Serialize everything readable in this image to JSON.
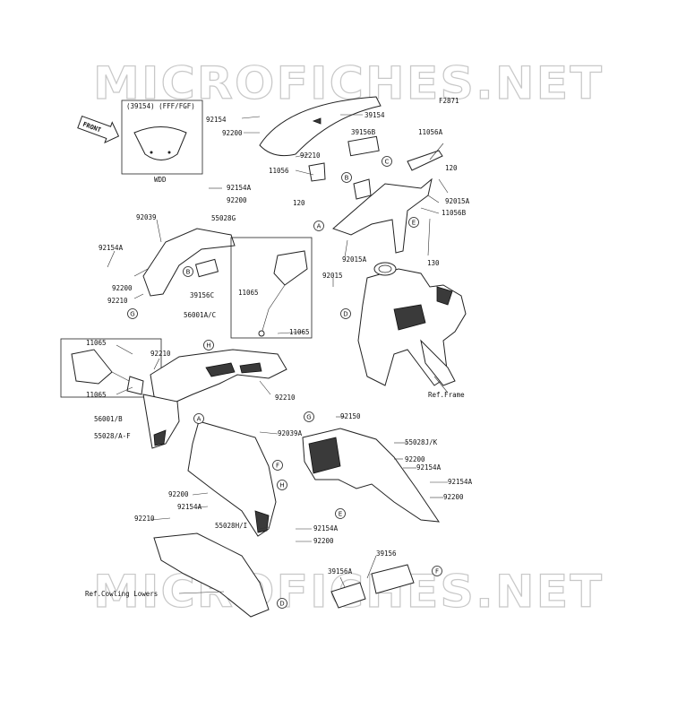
{
  "watermark": "MICROFICHES.NET",
  "figure_code": "F2871",
  "front_label": "FRONT",
  "inset": {
    "title": "(39154) (FFF/FGF)",
    "caption": "WDD"
  },
  "ref_labels": {
    "frame": "Ref.Frame",
    "cowling": "Ref.Cowling Lowers"
  },
  "parts": [
    {
      "id": "p1",
      "text": "92154"
    },
    {
      "id": "p2",
      "text": "92200"
    },
    {
      "id": "p3",
      "text": "39154"
    },
    {
      "id": "p4",
      "text": "39156B"
    },
    {
      "id": "p5",
      "text": "11056A"
    },
    {
      "id": "p6",
      "text": "92210"
    },
    {
      "id": "p7",
      "text": "11056"
    },
    {
      "id": "p8",
      "text": "120"
    },
    {
      "id": "p9",
      "text": "120"
    },
    {
      "id": "p10",
      "text": "92015A"
    },
    {
      "id": "p11",
      "text": "11056B"
    },
    {
      "id": "p12",
      "text": "92154A"
    },
    {
      "id": "p13",
      "text": "92200"
    },
    {
      "id": "p14",
      "text": "92039"
    },
    {
      "id": "p15",
      "text": "55028G"
    },
    {
      "id": "p16",
      "text": "92154A"
    },
    {
      "id": "p17",
      "text": "130"
    },
    {
      "id": "p18",
      "text": "92015A"
    },
    {
      "id": "p19",
      "text": "92015"
    },
    {
      "id": "p20",
      "text": "92200"
    },
    {
      "id": "p21",
      "text": "39156C"
    },
    {
      "id": "p22",
      "text": "92210"
    },
    {
      "id": "p23",
      "text": "11065"
    },
    {
      "id": "p24",
      "text": "56001A/C"
    },
    {
      "id": "p25",
      "text": "11065"
    },
    {
      "id": "p26",
      "text": "11065"
    },
    {
      "id": "p27",
      "text": "92210"
    },
    {
      "id": "p28",
      "text": "11065"
    },
    {
      "id": "p29",
      "text": "92210"
    },
    {
      "id": "p30",
      "text": "56001/B"
    },
    {
      "id": "p31",
      "text": "55028/A-F"
    },
    {
      "id": "p32",
      "text": "92039A"
    },
    {
      "id": "p33",
      "text": "92150"
    },
    {
      "id": "p34",
      "text": "55028J/K"
    },
    {
      "id": "p35",
      "text": "92200"
    },
    {
      "id": "p36",
      "text": "92154A"
    },
    {
      "id": "p37",
      "text": "92154A"
    },
    {
      "id": "p38",
      "text": "92200"
    },
    {
      "id": "p39",
      "text": "92200"
    },
    {
      "id": "p40",
      "text": "92154A"
    },
    {
      "id": "p41",
      "text": "92210"
    },
    {
      "id": "p42",
      "text": "55028H/I"
    },
    {
      "id": "p43",
      "text": "92154A"
    },
    {
      "id": "p44",
      "text": "92200"
    },
    {
      "id": "p45",
      "text": "39156"
    },
    {
      "id": "p46",
      "text": "39156A"
    }
  ],
  "callouts": [
    {
      "id": "c1",
      "letter": "C"
    },
    {
      "id": "c2",
      "letter": "B"
    },
    {
      "id": "c3",
      "letter": "A"
    },
    {
      "id": "c4",
      "letter": "E"
    },
    {
      "id": "c5",
      "letter": "B"
    },
    {
      "id": "c6",
      "letter": "G"
    },
    {
      "id": "c7",
      "letter": "D"
    },
    {
      "id": "c8",
      "letter": "H"
    },
    {
      "id": "c9",
      "letter": "A"
    },
    {
      "id": "c10",
      "letter": "G"
    },
    {
      "id": "c11",
      "letter": "F"
    },
    {
      "id": "c12",
      "letter": "H"
    },
    {
      "id": "c13",
      "letter": "E"
    },
    {
      "id": "c14",
      "letter": "F"
    },
    {
      "id": "c15",
      "letter": "D"
    }
  ]
}
